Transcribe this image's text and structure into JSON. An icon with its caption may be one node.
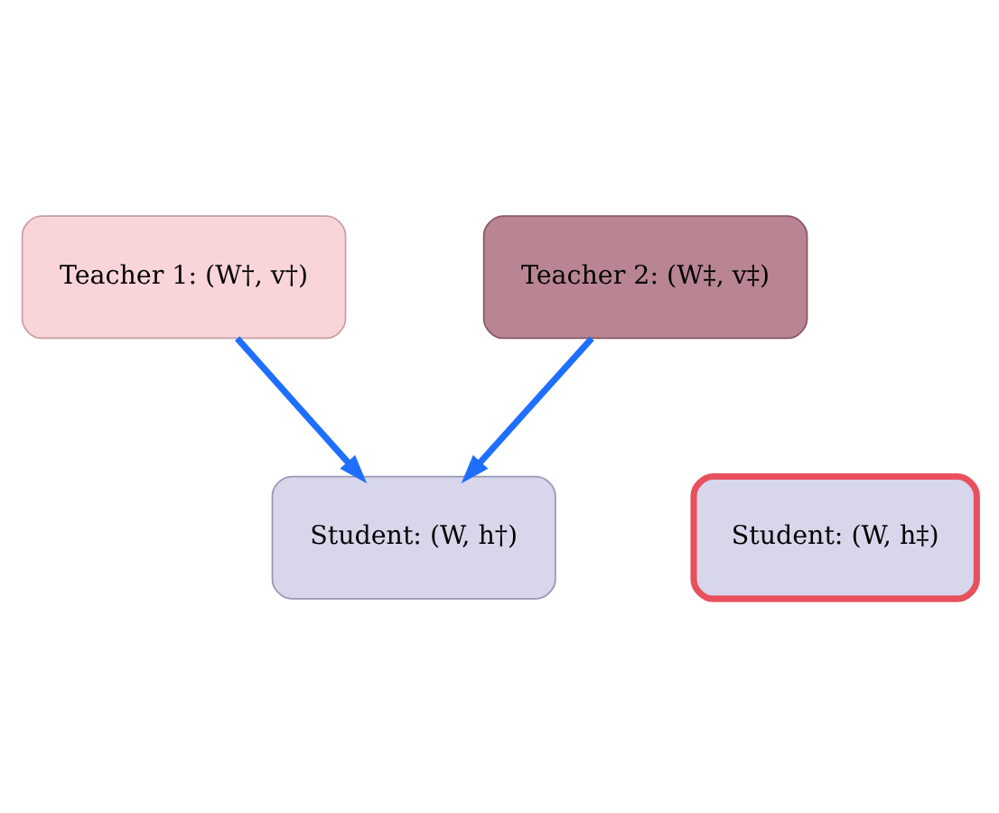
{
  "diagram": {
    "nodes": [
      {
        "text": [
          "Teacher 1: (W†, v†)"
        ]
      },
      {
        "text": [
          "Teacher 2: (W‡, v‡)"
        ]
      },
      {
        "text": [
          "Student: (W, h†)"
        ]
      },
      {
        "text": [
          "Student: (W, h‡)"
        ]
      }
    ],
    "edges": [
      {
        "from": 0,
        "to": 2,
        "arrow": "to"
      },
      {
        "from": 1,
        "to": 2,
        "arrow": "to"
      }
    ]
  }
}
